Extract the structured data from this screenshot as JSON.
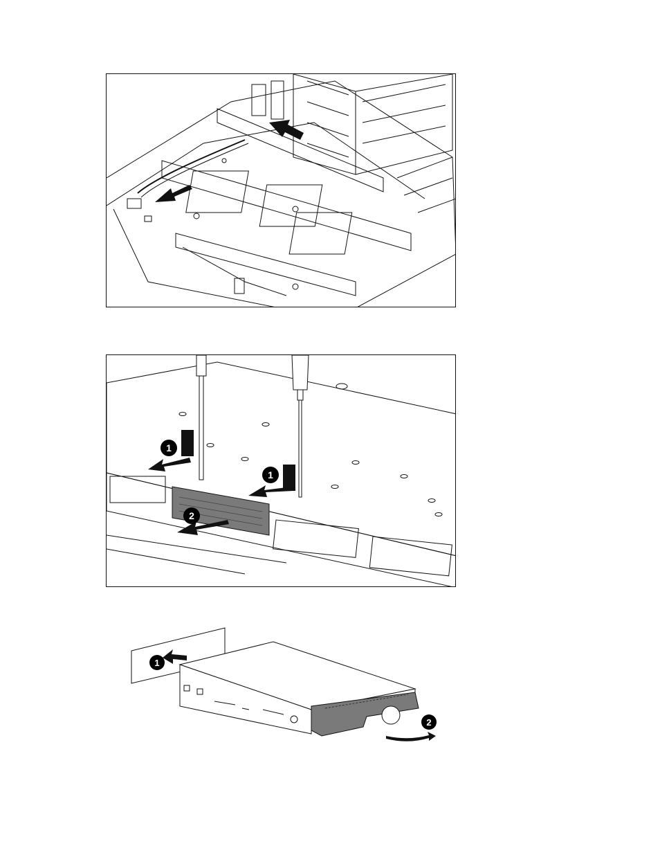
{
  "figures": [
    {
      "id": "fig1",
      "icons": [
        "server-chassis-illustration",
        "arrow-icon",
        "arrow-icon"
      ]
    },
    {
      "id": "fig2",
      "step_badges": [
        "1",
        "1",
        "2"
      ],
      "icons": [
        "screwdriver-icon",
        "screwdriver-icon",
        "arrow-icon"
      ]
    },
    {
      "id": "fig3",
      "step_badges": [
        "1",
        "2"
      ],
      "icons": [
        "hard-drive-carrier-illustration",
        "arrow-icon"
      ]
    }
  ],
  "colors": {
    "line": "#111111",
    "panel_gray": "#7a7a7a",
    "badge": "#000000"
  }
}
